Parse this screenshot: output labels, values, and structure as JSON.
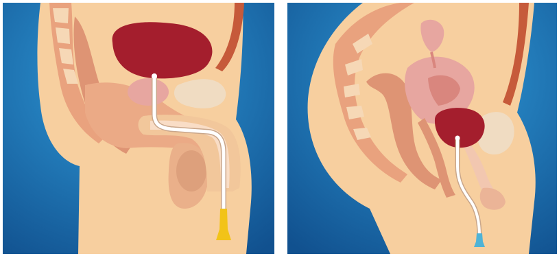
{
  "figure": {
    "panels": [
      {
        "id": "male",
        "subject": "male-pelvis",
        "device": "urinary-catheter",
        "catheter_tip_color": "#f2c318"
      },
      {
        "id": "female",
        "subject": "female-pelvis",
        "device": "urinary-catheter",
        "catheter_tip_color": "#4fb3d6"
      }
    ],
    "colors": {
      "background": "#1f7fc4",
      "skin": "#f7cf9f",
      "tissue": "#ebaa86",
      "tissue_dark": "#d7896a",
      "bladder": "#a41e2d",
      "catheter": "#ffffff"
    }
  }
}
